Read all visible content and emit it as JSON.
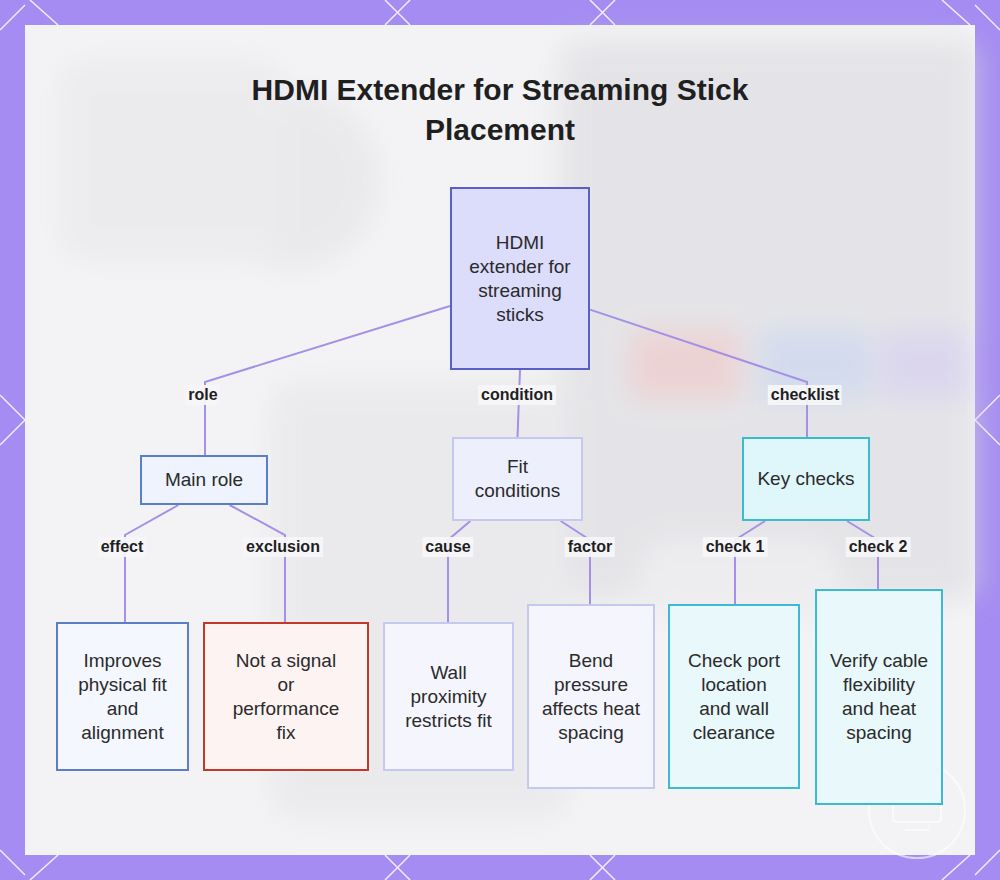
{
  "diagram": {
    "title": "HDMI Extender for Streaming Stick Placement",
    "nodes": [
      {
        "text": [
          "HDMI extender for streaming sticks"
        ]
      },
      {
        "text": [
          "Main role"
        ]
      },
      {
        "text": [
          "Fit conditions"
        ]
      },
      {
        "text": [
          "Key checks"
        ]
      },
      {
        "text": [
          "Improves physical fit and alignment"
        ]
      },
      {
        "text": [
          "Not a signal or performance fix"
        ]
      },
      {
        "text": [
          "Wall proximity restricts fit"
        ]
      },
      {
        "text": [
          "Bend pressure affects heat spacing"
        ]
      },
      {
        "text": [
          "Check port location and wall clearance"
        ]
      },
      {
        "text": [
          "Verify cable flexibility and heat spacing"
        ]
      }
    ],
    "edges": [
      {
        "from": 0,
        "to": 1,
        "label": "role",
        "arrow": "none"
      },
      {
        "from": 0,
        "to": 2,
        "label": "condition",
        "arrow": "none"
      },
      {
        "from": 0,
        "to": 3,
        "label": "checklist",
        "arrow": "none"
      },
      {
        "from": 1,
        "to": 4,
        "label": "effect",
        "arrow": "none"
      },
      {
        "from": 1,
        "to": 5,
        "label": "exclusion",
        "arrow": "none"
      },
      {
        "from": 2,
        "to": 6,
        "label": "cause",
        "arrow": "none"
      },
      {
        "from": 2,
        "to": 7,
        "label": "factor",
        "arrow": "none"
      },
      {
        "from": 3,
        "to": 8,
        "label": "check 1",
        "arrow": "none"
      },
      {
        "from": 3,
        "to": 9,
        "label": "check 2",
        "arrow": "none"
      }
    ]
  }
}
